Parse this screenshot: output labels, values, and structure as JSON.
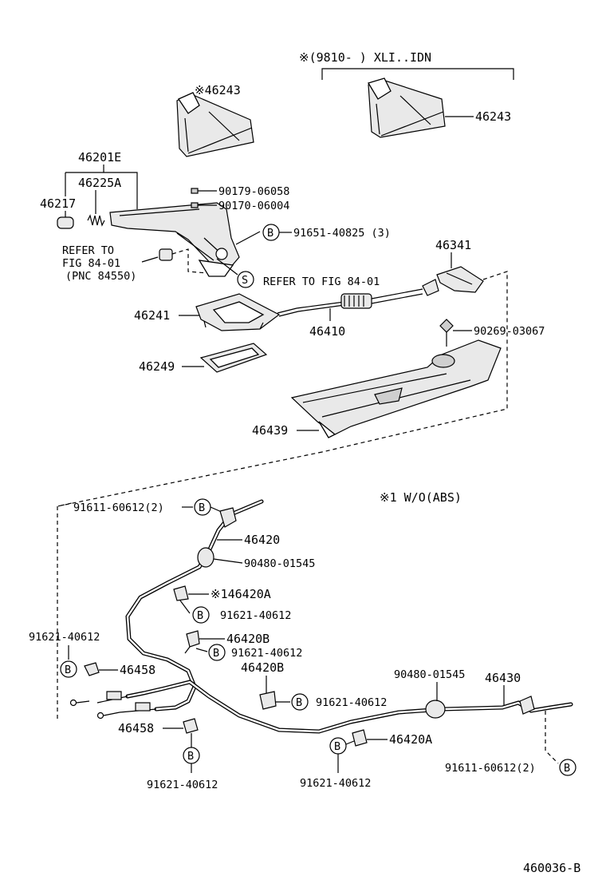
{
  "labels": {
    "variant_header": "※(9810-    ) XLI..IDN",
    "boot_left": "※46243",
    "boot_right": "46243",
    "lever_assy": "46201E",
    "lever_sub": "46225A",
    "knob": "46217",
    "nut_1": "90179-06058",
    "nut_2": "90170-06004",
    "bolt_b": "91651-40825 (3)",
    "refer_a_line1": "REFER TO",
    "refer_a_line2": "FIG 84-01",
    "refer_a_line3": "(PNC 84550)",
    "refer_s": "REFER TO FIG 84-01",
    "bracket_46341": "46341",
    "retainer_46241": "46241",
    "cable_front": "46410",
    "clip_screw": "90269-03067",
    "seal_46249": "46249",
    "bracket_46439": "46439",
    "note_abs": "※1 W/O(ABS)",
    "bolt_top_left": "91611-60612(2)",
    "cable_46420": "46420",
    "grommet_left": "90480-01545",
    "clamp_x46420a": "※146420A",
    "bolt_x46420a": "91621-40612",
    "bolt_left_46458": "91621-40612",
    "clamp_46420b_a": "46420B",
    "bolt_46420b_a": "91621-40612",
    "clamp_46420b_b": "46420B",
    "bolt_46420b_b": "91621-40612",
    "bracket_46458_a": "46458",
    "bracket_46458_b": "46458",
    "bolt_bottom_left": "91621-40612",
    "grommet_right": "90480-01545",
    "cable_46430": "46430",
    "clamp_46420a": "46420A",
    "bolt_bottom_mid": "91621-40612",
    "bolt_bottom_right": "91611-60612(2)",
    "diagram_id": "460036-B"
  },
  "markers": {
    "bolt": "B",
    "service": "S"
  }
}
